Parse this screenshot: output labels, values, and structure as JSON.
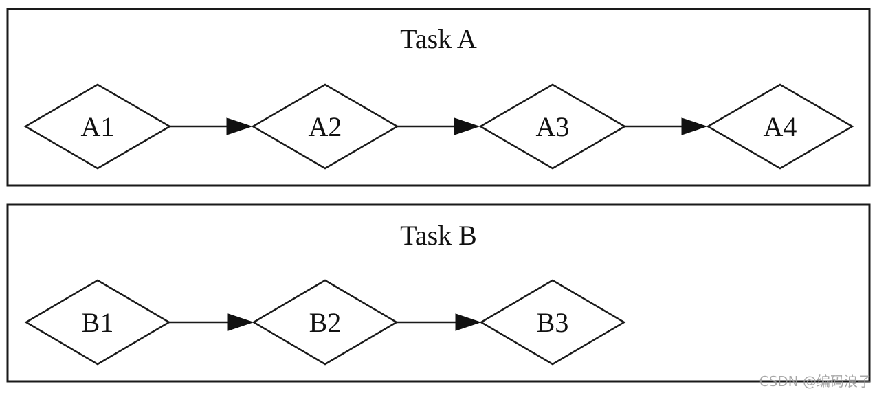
{
  "clusters": [
    {
      "title": "Task A",
      "nodes": [
        "A1",
        "A2",
        "A3",
        "A4"
      ],
      "edges": [
        [
          "A1",
          "A2"
        ],
        [
          "A2",
          "A3"
        ],
        [
          "A3",
          "A4"
        ]
      ]
    },
    {
      "title": "Task B",
      "nodes": [
        "B1",
        "B2",
        "B3"
      ],
      "edges": [
        [
          "B1",
          "B2"
        ],
        [
          "B2",
          "B3"
        ]
      ]
    }
  ],
  "watermark": "CSDN @编码浪子",
  "colors": {
    "stroke": "#1a1a1a",
    "background": "#ffffff",
    "watermark": "#9a9a9a"
  }
}
